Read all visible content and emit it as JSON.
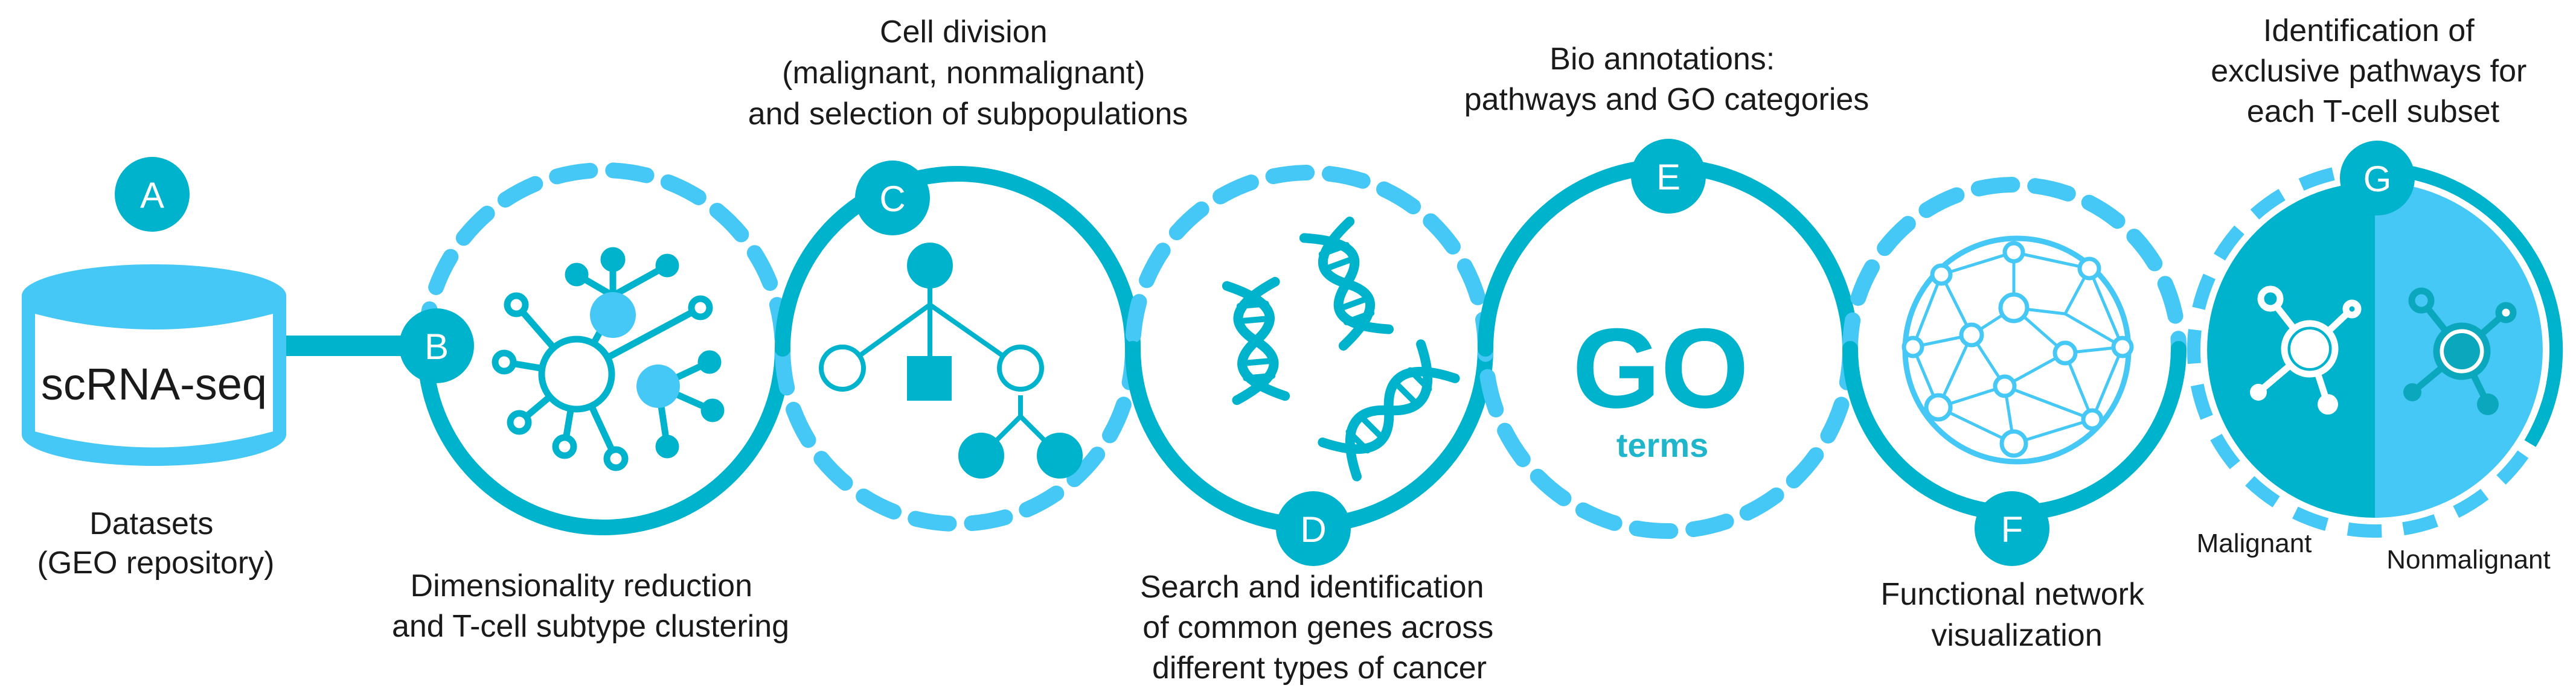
{
  "steps": {
    "a": {
      "badge": "A",
      "database_label": "scRNA-seq",
      "caption": [
        "Datasets",
        "(GEO repository)"
      ]
    },
    "b": {
      "badge": "B",
      "caption": [
        "Dimensionality reduction",
        "and T-cell subtype clustering"
      ]
    },
    "c": {
      "badge": "C",
      "caption": [
        "Cell division",
        "(malignant, nonmalignant)",
        "and selection of subpopulations"
      ]
    },
    "d": {
      "badge": "D",
      "caption": [
        "Search and identification",
        "of common genes across",
        "different types of cancer"
      ]
    },
    "e": {
      "badge": "E",
      "caption": [
        "Bio annotations:",
        "pathways and GO categories"
      ],
      "go_big": "GO",
      "go_small": "terms"
    },
    "f": {
      "badge": "F",
      "caption": [
        "Functional network",
        "visualization"
      ]
    },
    "g": {
      "badge": "G",
      "caption": [
        "Identification of",
        "exclusive pathways for",
        "each T-cell subset"
      ],
      "left_label": "Malignant",
      "right_label": "Nonmalignant"
    }
  },
  "icons": {
    "database": "database-cylinder-icon",
    "clustering": "cluster-network-icon",
    "cell_division": "cell-division-tree-icon",
    "dna": "dna-helix-icon",
    "network": "functional-network-icon",
    "split": "split-circle-network-icon"
  },
  "colors": {
    "teal": "#00b3cc",
    "light_blue": "#45c8f5",
    "badge": "#00b3cc",
    "text": "#1a1a1a",
    "background": "#ffffff"
  }
}
